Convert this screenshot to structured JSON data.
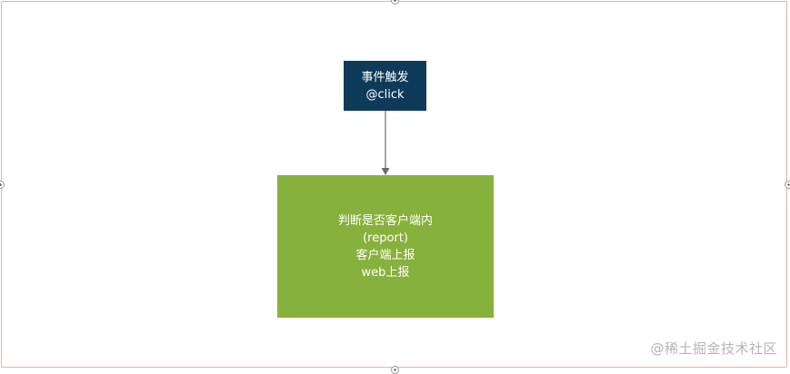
{
  "diagram": {
    "trigger_node": {
      "lines": [
        "事件触发",
        "@click"
      ],
      "color": "#0e3b5a"
    },
    "judge_node": {
      "lines": [
        "判断是否客户端内",
        "(report)",
        "客户端上报",
        "web上报"
      ],
      "color": "#86b13c"
    },
    "edges": [
      {
        "from": "trigger_node",
        "to": "judge_node"
      }
    ]
  },
  "watermark": {
    "text": "@稀土掘金技术社区"
  },
  "colors": {
    "frame_border": "#e2b6a0",
    "connector": "#6b6b6b",
    "background": "#ffffff"
  }
}
